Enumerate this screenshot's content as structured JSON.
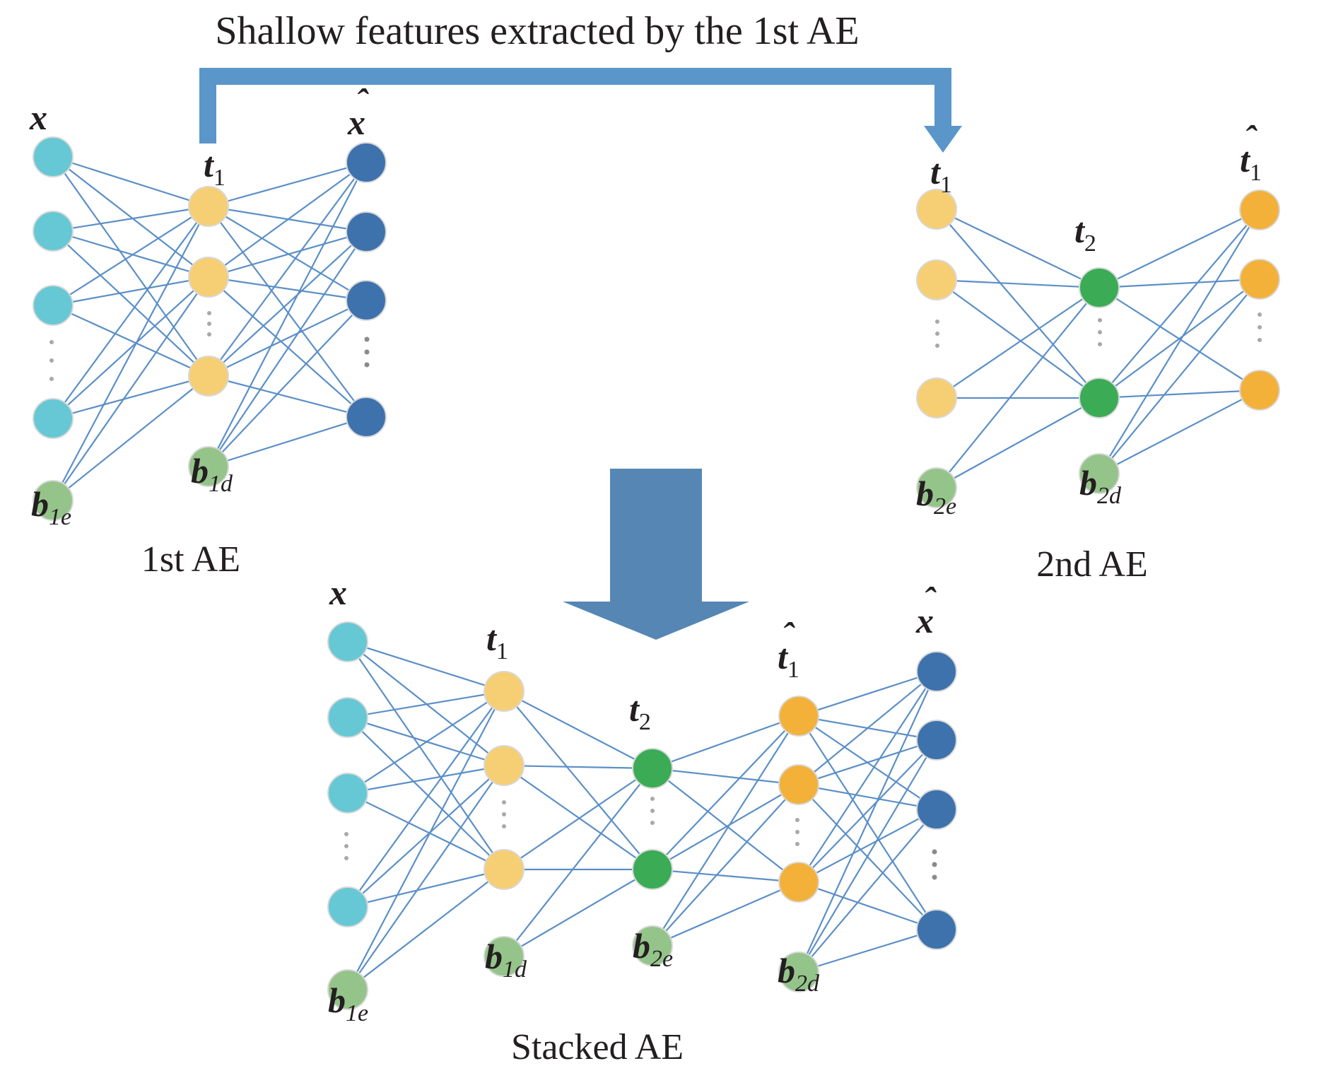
{
  "title": "Shallow features extracted by the 1st AE",
  "captions": {
    "ae1": "1st AE",
    "ae2": "2nd  AE",
    "stacked": "Stacked  AE"
  },
  "labels": {
    "x": "x",
    "x_hat": "x",
    "hat": "ˆ",
    "t": "t",
    "b": "b",
    "sub_1": "1",
    "sub_2": "2",
    "sub_1e": "1e",
    "sub_1d": "1d",
    "sub_2e": "2e",
    "sub_2d": "2d"
  },
  "colors": {
    "input": "#66c8d4",
    "hidden1": "#f6cf74",
    "hidden2": "#3bab55",
    "recon_hidden": "#f3b13a",
    "output": "#3e72ad",
    "bias": "#95c48a",
    "edge": "#5b8fc7",
    "arrow_top": "#5a96c9",
    "arrow_down": "#5686b4"
  }
}
